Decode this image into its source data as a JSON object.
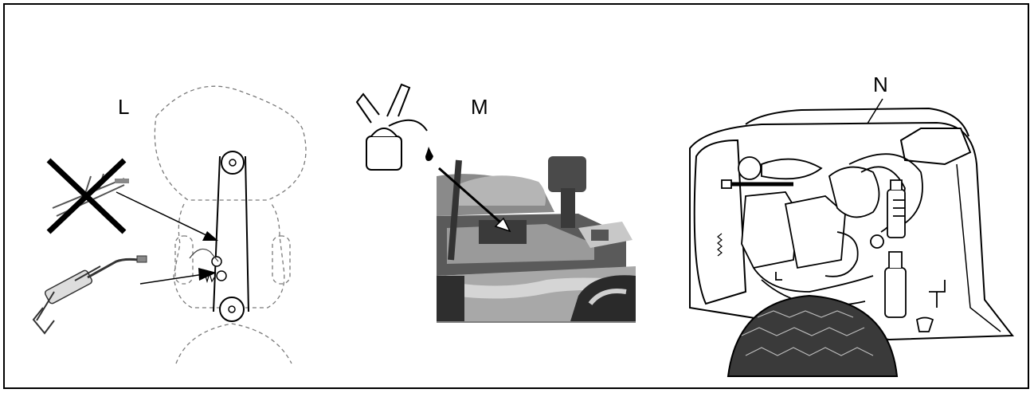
{
  "figure": {
    "panels": [
      {
        "id": "L",
        "label": "L"
      },
      {
        "id": "M",
        "label": "M"
      },
      {
        "id": "N",
        "label": "N"
      }
    ]
  },
  "colors": {
    "line": "#000000",
    "dashed": "#7a7a7a",
    "photo_dark": "#3a3a3a",
    "photo_mid": "#8a8a8a",
    "photo_light": "#d0d0d0"
  }
}
